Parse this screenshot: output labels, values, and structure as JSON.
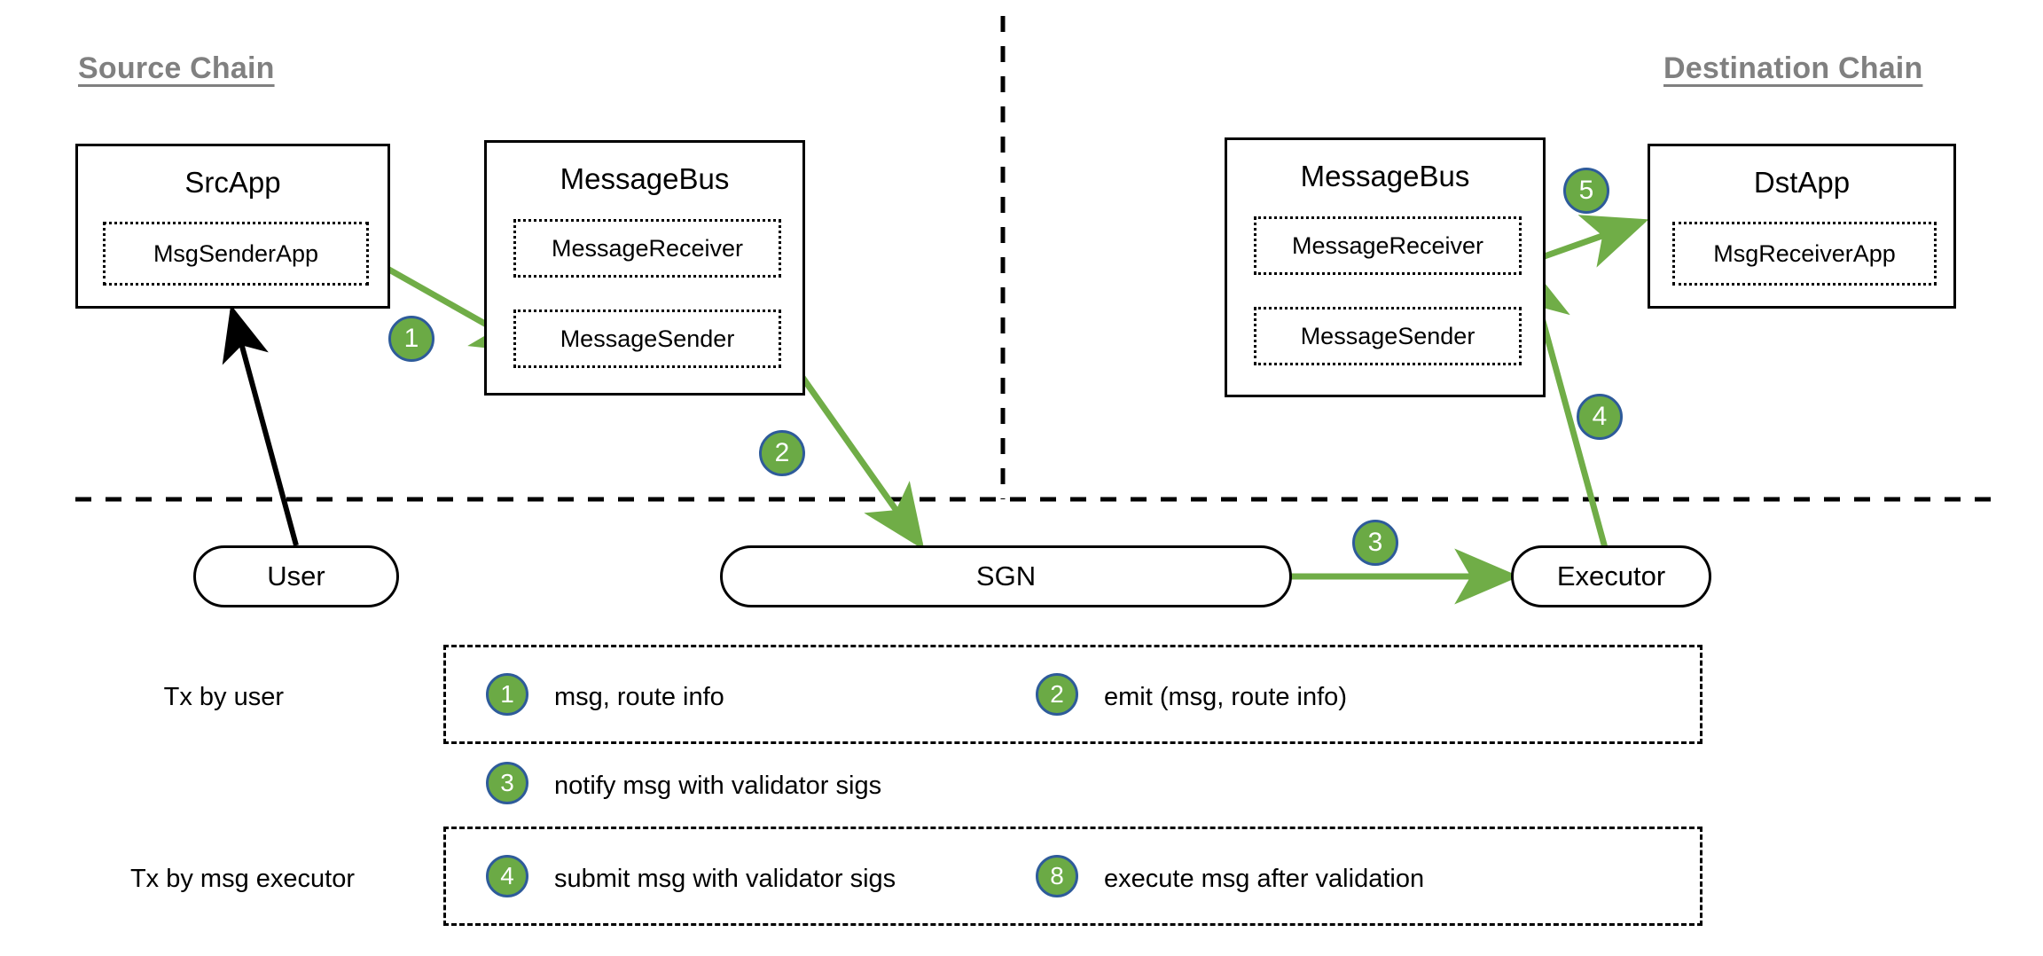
{
  "diagram": {
    "title_source": "Source Chain",
    "title_destination": "Destination Chain"
  },
  "source_chain": {
    "src_app": {
      "title": "SrcApp",
      "sub": "MsgSenderApp"
    },
    "message_bus": {
      "title": "MessageBus",
      "receiver": "MessageReceiver",
      "sender": "MessageSender"
    }
  },
  "destination_chain": {
    "message_bus": {
      "title": "MessageBus",
      "receiver": "MessageReceiver",
      "sender": "MessageSender"
    },
    "dst_app": {
      "title": "DstApp",
      "sub": "MsgReceiverApp"
    }
  },
  "offchain": {
    "user": "User",
    "sgn": "SGN",
    "executor": "Executor"
  },
  "flow_badges": {
    "step1": "1",
    "step2": "2",
    "step3": "3",
    "step4": "4",
    "step5": "5"
  },
  "legend": {
    "row1_label": "Tx by user",
    "row2_label": "Tx by msg executor",
    "items": [
      {
        "num": "1",
        "text": "msg, route info"
      },
      {
        "num": "2",
        "text": "emit (msg, route info)"
      },
      {
        "num": "3",
        "text": "notify msg with validator sigs"
      },
      {
        "num": "4",
        "text": "submit msg with validator sigs"
      },
      {
        "num": "8",
        "text": "execute msg after validation"
      }
    ]
  },
  "colors": {
    "arrow_green": "#70AD47",
    "badge_fill": "#6BAA45",
    "badge_stroke": "#2E5B9A",
    "title_gray": "#808080",
    "line_black": "#000000"
  }
}
